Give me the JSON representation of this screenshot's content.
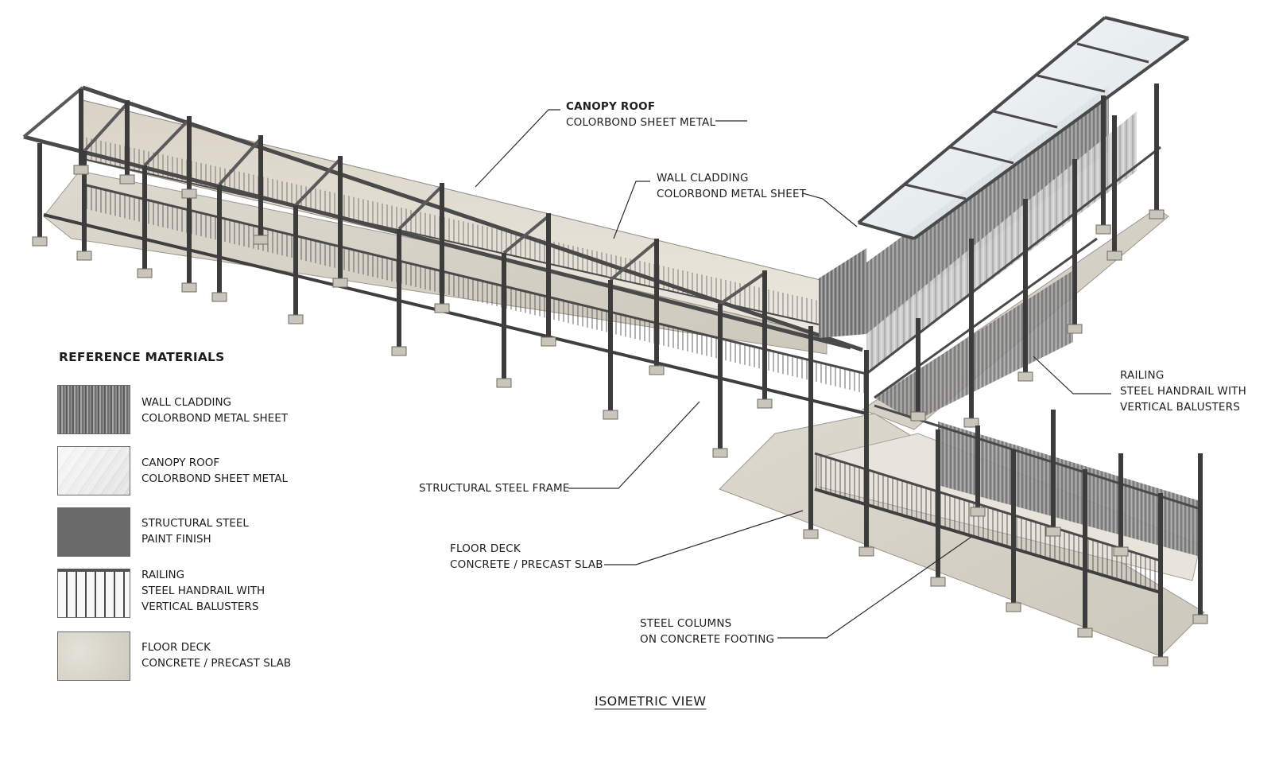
{
  "colors": {
    "steel": "#5a5a5a",
    "steel_dark": "#3c3c3c",
    "wall_cladding": "#e2ddd2",
    "floor_deck": "#d8d4c9",
    "canopy_glass": "#e8eef1",
    "leader": "#2b2b2b"
  },
  "annotations": {
    "canopy_roof": {
      "line1": "CANOPY ROOF",
      "line2": "COLORBOND SHEET METAL"
    },
    "wall_cladding": {
      "line1": "WALL CLADDING",
      "line2": "COLORBOND METAL SHEET"
    },
    "railing": {
      "line1": "RAILING",
      "line2": "STEEL HANDRAIL WITH",
      "line3": "VERTICAL BALUSTERS"
    },
    "structural_frame": {
      "line1": "STRUCTURAL STEEL FRAME"
    },
    "floor_deck": {
      "line1": "FLOOR DECK",
      "line2": "CONCRETE / PRECAST SLAB"
    },
    "steel_columns": {
      "line1": "STEEL COLUMNS",
      "line2": "ON CONCRETE FOOTING"
    }
  },
  "legend": {
    "title": "REFERENCE MATERIALS",
    "items": [
      {
        "line1": "WALL CLADDING",
        "line2": "COLORBOND METAL SHEET"
      },
      {
        "line1": "CANOPY ROOF",
        "line2": "COLORBOND SHEET METAL"
      },
      {
        "line1": "STRUCTURAL STEEL",
        "line2": "PAINT FINISH"
      },
      {
        "line1": "RAILING",
        "line2": "STEEL HANDRAIL WITH",
        "line3": "VERTICAL BALUSTERS"
      },
      {
        "line1": "FLOOR DECK",
        "line2": "CONCRETE / PRECAST SLAB"
      }
    ]
  },
  "view_title": "ISOMETRIC VIEW"
}
